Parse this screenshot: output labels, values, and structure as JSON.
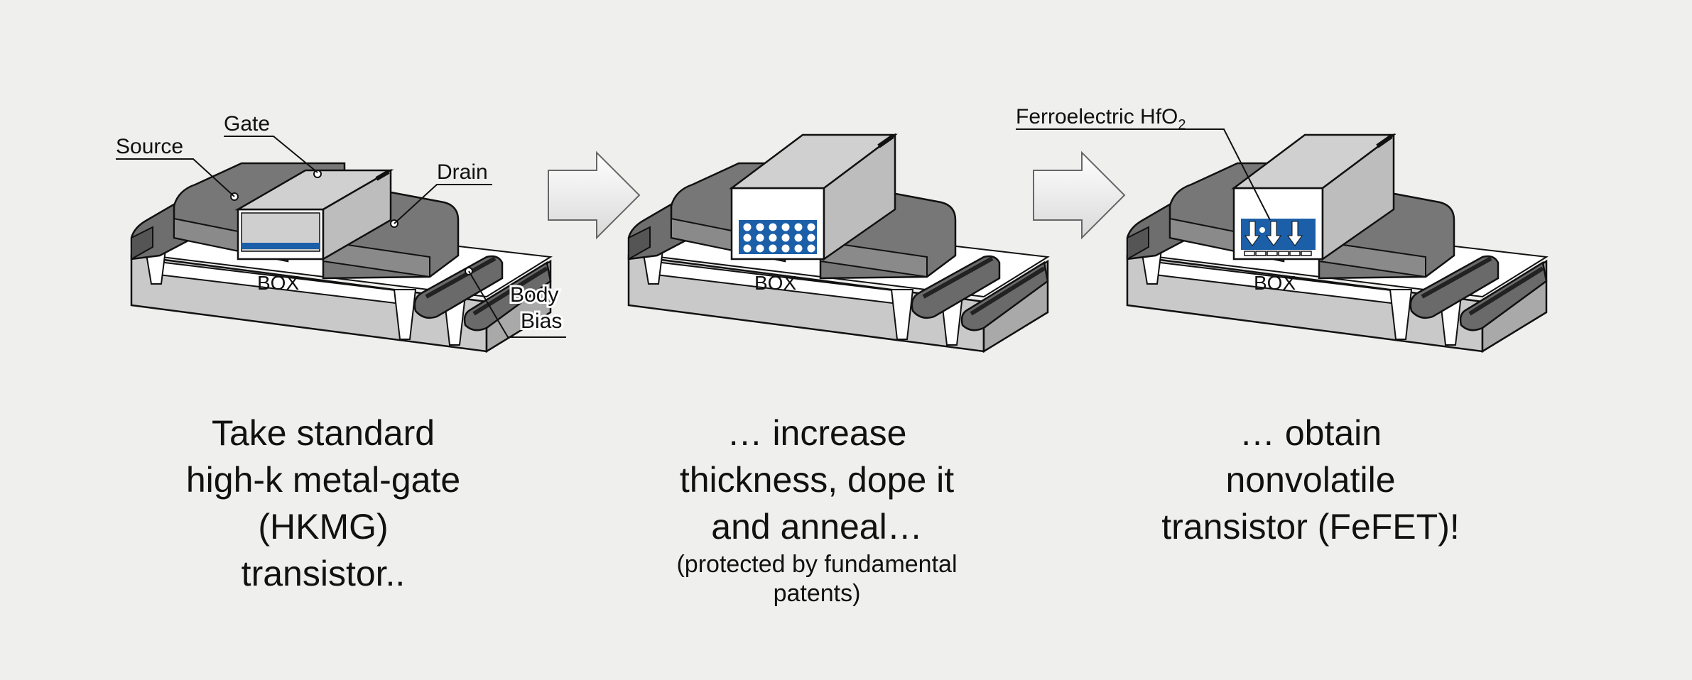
{
  "labels": {
    "source": "Source",
    "gate": "Gate",
    "drain": "Drain",
    "body": "Body",
    "bias": "Bias",
    "box": "BOX",
    "ferro": "Ferroelectric HfO",
    "ferro_sub": "2"
  },
  "captions": [
    {
      "lines": [
        "Take standard",
        "high-k metal-gate",
        "(HKMG)",
        "transistor.."
      ]
    },
    {
      "lines": [
        "… increase",
        "thickness, dope it",
        "and anneal…"
      ],
      "sub_lines": [
        "(protected by fundamental",
        "patents)"
      ]
    },
    {
      "lines": [
        "… obtain",
        "nonvolatile",
        "transistor (FeFET)!"
      ]
    }
  ],
  "colors": {
    "background": "#efefed",
    "hkmg_blue": "#1b5fa8",
    "dark_gray": "#7a7a7a",
    "light_gray": "#c6c6c6"
  }
}
